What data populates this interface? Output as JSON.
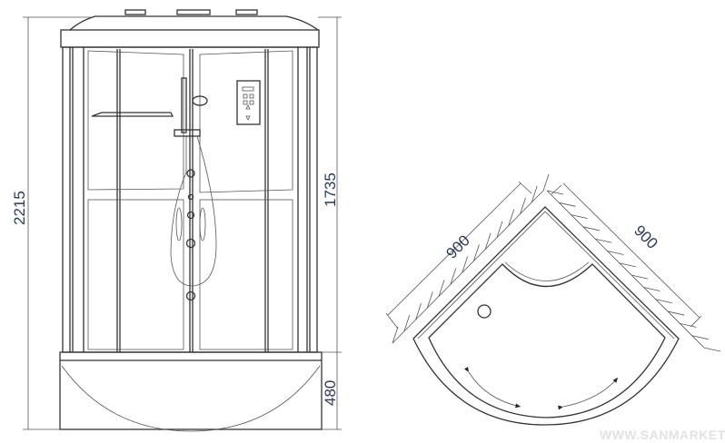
{
  "front_view": {
    "dimensions": {
      "total_height": "2215",
      "cabin_height": "1735",
      "tray_height": "480"
    }
  },
  "plan_view": {
    "dimensions": {
      "left_side": "900",
      "right_side": "900"
    }
  },
  "watermark": "WWW.SANMARKET.RU"
}
